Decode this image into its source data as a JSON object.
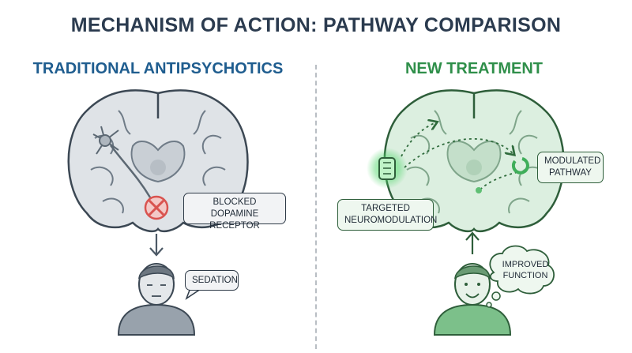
{
  "title": "MECHANISM OF ACTION: PATHWAY COMPARISON",
  "left": {
    "heading": "TRADITIONAL ANTIPSYCHOTICS",
    "receptor_label_line1": "BLOCKED",
    "receptor_label_line2": "DOPAMINE RECEPTOR",
    "effect_label": "SEDATION"
  },
  "right": {
    "heading": "NEW TREATMENT",
    "device_label_line1": "TARGETED",
    "device_label_line2": "NEUROMODULATION",
    "pathway_label_line1": "MODULATED",
    "pathway_label_line2": "PATHWAY",
    "effect_label_line1": "IMPROVED",
    "effect_label_line2": "FUNCTION"
  },
  "colors": {
    "title": "#2b3b4f",
    "left_accent": "#1f5d8f",
    "right_accent": "#2f8f4a",
    "brain_gray": "#dfe3e7",
    "brain_green": "#dcefe0",
    "blocked_red": "#d9534f"
  }
}
